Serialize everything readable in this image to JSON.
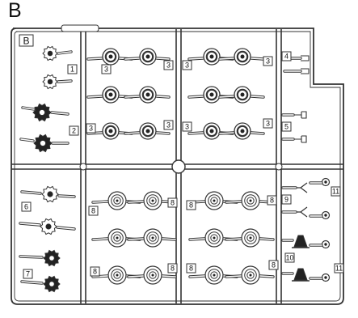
{
  "sprue_letter": "B",
  "sprue_tag": "",
  "part_callouts": [
    "1",
    "2",
    "3",
    "4",
    "5",
    "6",
    "7",
    "8",
    "9",
    "10",
    "11"
  ],
  "colors": {
    "line": "#333333",
    "part_dark": "#222222",
    "background": "#ffffff"
  }
}
